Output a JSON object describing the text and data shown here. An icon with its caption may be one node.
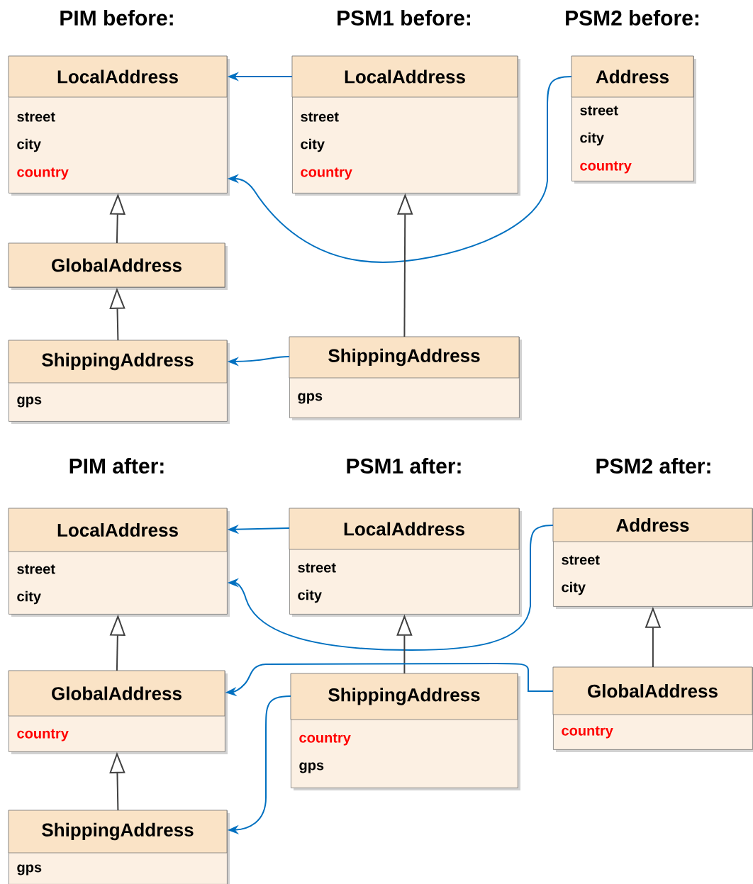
{
  "diagram": {
    "nodes": [
      {
        "text": [
          "LocalAddress",
          "street",
          "city",
          "country"
        ]
      },
      {
        "text": [
          "LocalAddress",
          "street",
          "city",
          "country"
        ]
      },
      {
        "text": [
          "Address",
          "street",
          "city",
          "country"
        ]
      },
      {
        "text": [
          "GlobalAddress"
        ]
      },
      {
        "text": [
          "ShippingAddress",
          "gps"
        ]
      },
      {
        "text": [
          "ShippingAddress",
          "gps"
        ]
      },
      {
        "text": [
          "LocalAddress",
          "street",
          "city"
        ]
      },
      {
        "text": [
          "LocalAddress",
          "street",
          "city"
        ]
      },
      {
        "text": [
          "Address",
          "street",
          "city"
        ]
      },
      {
        "text": [
          "GlobalAddress",
          "country"
        ]
      },
      {
        "text": [
          "ShippingAddress",
          "country",
          "gps"
        ]
      },
      {
        "text": [
          "GlobalAddress",
          "country"
        ]
      },
      {
        "text": [
          "ShippingAddress",
          "gps"
        ]
      }
    ],
    "edges": [
      {
        "from": 1,
        "to": 0,
        "arrow": "to",
        "color": "#0070c0"
      },
      {
        "from": 2,
        "to": 0,
        "arrow": "to",
        "color": "#0070c0"
      },
      {
        "from": 3,
        "to": 0,
        "arrow": "to",
        "color": "#404040"
      },
      {
        "from": 4,
        "to": 3,
        "arrow": "to",
        "color": "#404040"
      },
      {
        "from": 5,
        "to": 1,
        "arrow": "to",
        "color": "#404040"
      },
      {
        "from": 5,
        "to": 4,
        "arrow": "to",
        "color": "#0070c0"
      },
      {
        "from": 7,
        "to": 6,
        "arrow": "to",
        "color": "#0070c0"
      },
      {
        "from": 8,
        "to": 6,
        "arrow": "to",
        "color": "#0070c0"
      },
      {
        "from": 9,
        "to": 6,
        "arrow": "to",
        "color": "#404040"
      },
      {
        "from": 12,
        "to": 9,
        "arrow": "to",
        "color": "#404040"
      },
      {
        "from": 10,
        "to": 7,
        "arrow": "to",
        "color": "#404040"
      },
      {
        "from": 11,
        "to": 8,
        "arrow": "to",
        "color": "#404040"
      },
      {
        "from": 11,
        "to": 9,
        "arrow": "to",
        "color": "#0070c0"
      },
      {
        "from": 10,
        "to": 12,
        "arrow": "to",
        "color": "#0070c0"
      }
    ],
    "labels": [
      "PIM before:",
      "PSM1 before:",
      "PSM2 before:",
      "PIM after:",
      "PSM1 after:",
      "PSM2 after:"
    ]
  }
}
